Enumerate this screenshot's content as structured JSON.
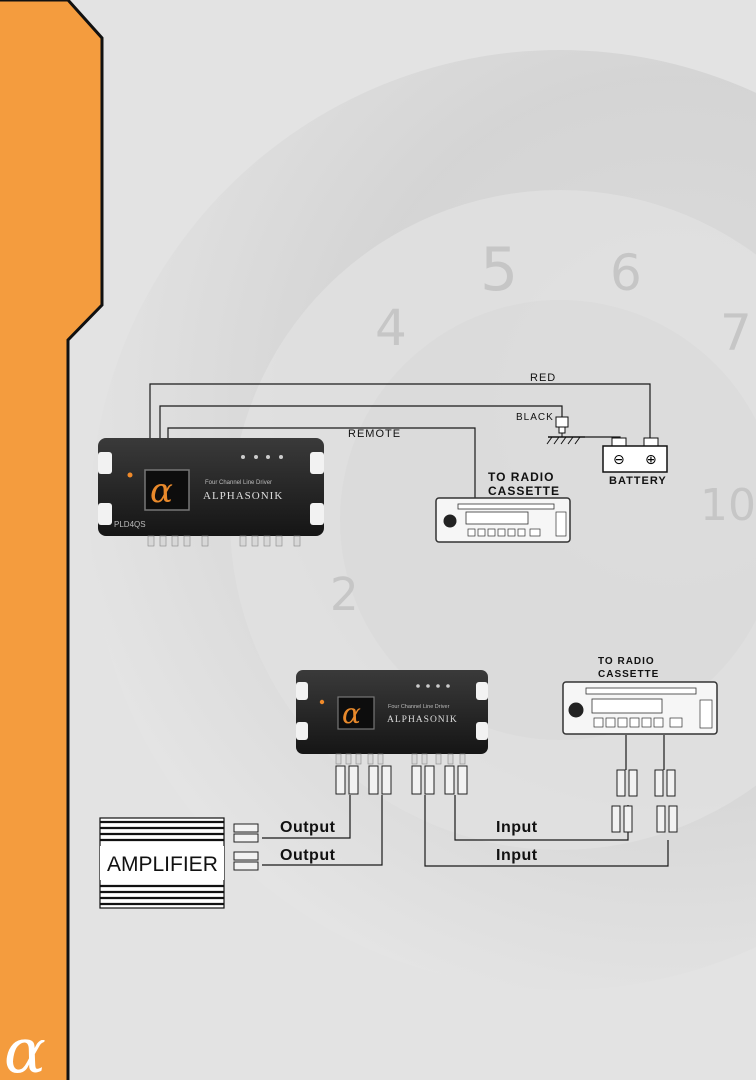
{
  "sidebar": {
    "logo_glyph": "α",
    "accent_color": "#f49c3e"
  },
  "diagram1": {
    "unit": {
      "model": "PLD4QS",
      "subtitle": "Four Channel Line Driver",
      "brand": "ALPHASONIK",
      "logo_glyph": "α"
    },
    "labels": {
      "red": "RED",
      "black": "BLACK",
      "remote": "REMOTE",
      "radio_line1": "TO RADIO",
      "radio_line2": "CASSETTE",
      "battery": "BATTERY",
      "battery_neg": "⊖",
      "battery_pos": "⊕"
    }
  },
  "diagram2": {
    "unit": {
      "subtitle": "Four Channel Line Driver",
      "brand": "ALPHASONIK",
      "logo_glyph": "α"
    },
    "labels": {
      "radio_line1": "TO RADIO",
      "radio_line2": "CASSETTE",
      "amplifier": "AMPLIFIER",
      "output_1": "Output",
      "output_2": "Output",
      "input_1": "Input",
      "input_2": "Input"
    }
  },
  "colors": {
    "wire": "#1a1a1a",
    "unit_body": "#2a2a2a",
    "logo_orange": "#e8892b"
  }
}
